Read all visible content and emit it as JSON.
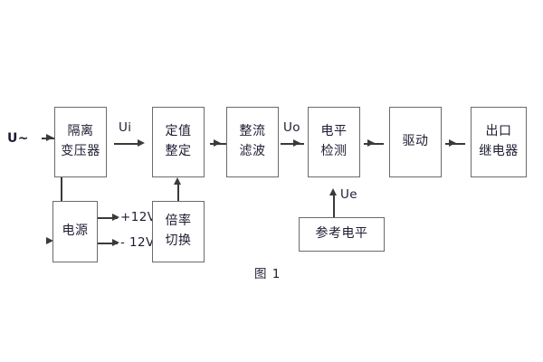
{
  "figure": {
    "caption": "图 1",
    "background": "#ffffff",
    "box_border_color": "#6b6b6b",
    "line_color": "#3a3a3a",
    "text_color": "#1d1d33"
  },
  "input": {
    "label": "U~"
  },
  "blocks": [
    {
      "id": "isolation-transformer",
      "line1": "隔离",
      "line2": "变压器"
    },
    {
      "id": "setting-adjust",
      "line1": "定值",
      "line2": "整定"
    },
    {
      "id": "rectify-filter",
      "line1": "整流",
      "line2": "滤波"
    },
    {
      "id": "level-detect",
      "line1": "电平",
      "line2": "检测"
    },
    {
      "id": "drive",
      "line1": "驱动",
      "line2": ""
    },
    {
      "id": "output-relay",
      "line1": "出口",
      "line2": "继电器"
    },
    {
      "id": "power-supply",
      "line1": "电源",
      "line2": ""
    },
    {
      "id": "ratio-switch",
      "line1": "倍率",
      "line2": "切换"
    },
    {
      "id": "reference-level",
      "line1": "参考电平",
      "line2": ""
    }
  ],
  "signals": {
    "ui": "Ui",
    "uo": "Uo",
    "ue": "Ue",
    "rail_positive": "+12V",
    "rail_negative": "- 12V"
  }
}
